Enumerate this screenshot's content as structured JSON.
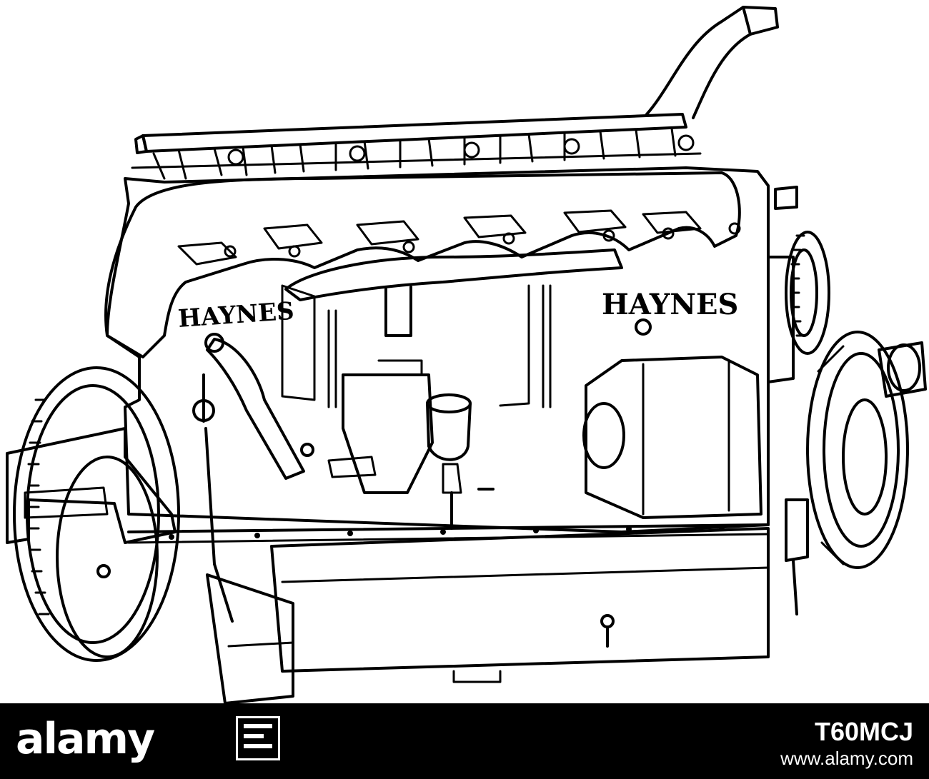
{
  "illustration": {
    "brand_label_left": "HAYNES",
    "brand_label_right": "HAYNES"
  },
  "footer": {
    "logo_text": "alamy",
    "image_id": "T60MCJ",
    "site_url": "www.alamy.com"
  },
  "colors": {
    "line": "#000000",
    "background": "#ffffff",
    "footer_background": "#000000",
    "footer_text": "#ffffff"
  }
}
